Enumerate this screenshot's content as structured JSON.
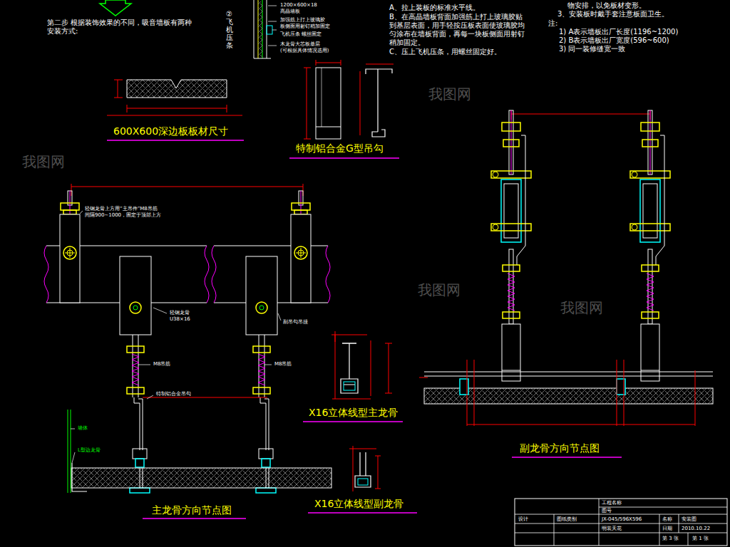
{
  "diagram": {
    "labels": [
      "第二步  根据装饰效果的不同，吸音墙板有两种安装方式:",
      "②飞机压条",
      "1200×600×18",
      "高晶墙板",
      "加强筋上打上玻璃胶",
      "板侧面用射钉稍加固定",
      "飞机压条  螺丝固定",
      "木龙骨大芯板基层",
      "(可根据具体情况选用)",
      "A、拉上装板的标准水平线。",
      "B、在高晶墙板背面加强筋上打上玻璃胶贴到基层表面，用手轻按压板表面使玻璃胶均匀涂布在墙板背面，再每一块板侧面用射钉稍加固定。",
      "C、压上飞机压条，用螺丝固定好。",
      "物安排，以免板材变形。",
      "3、安装板时戴手套注意板面卫生。",
      "注:",
      "1) A表示墙板出厂长度(1196~1200)",
      "2) B表示墙板出厂宽度(596~600)",
      "3) 同一装修缝宽一致",
      "600X600深边板板材尺寸",
      "特制铝合金G型吊勾",
      "轻钢龙骨上方用“主吊件”M8吊筋",
      "间隔900~1000，固定于顶部上方",
      "轻钢龙骨",
      "U38×16",
      "副吊勾吊挂",
      "M8吊筋",
      "M8吊筋",
      "特制铝合金吊勾",
      "墙体",
      "L型边龙骨",
      "X16立体线型主龙骨",
      "X16立体线型副龙骨",
      "主龙骨方向节点图",
      "副龙骨方向节点图",
      "工程名称",
      "图号",
      "设计",
      "图纸类别",
      "JX-045/596X596",
      "名称",
      "安装图",
      "明装天花",
      "日期",
      "2010.10.22",
      "第 3 张",
      "第 1 张",
      "我图网",
      "我图网",
      "我图网",
      "我图网"
    ]
  }
}
